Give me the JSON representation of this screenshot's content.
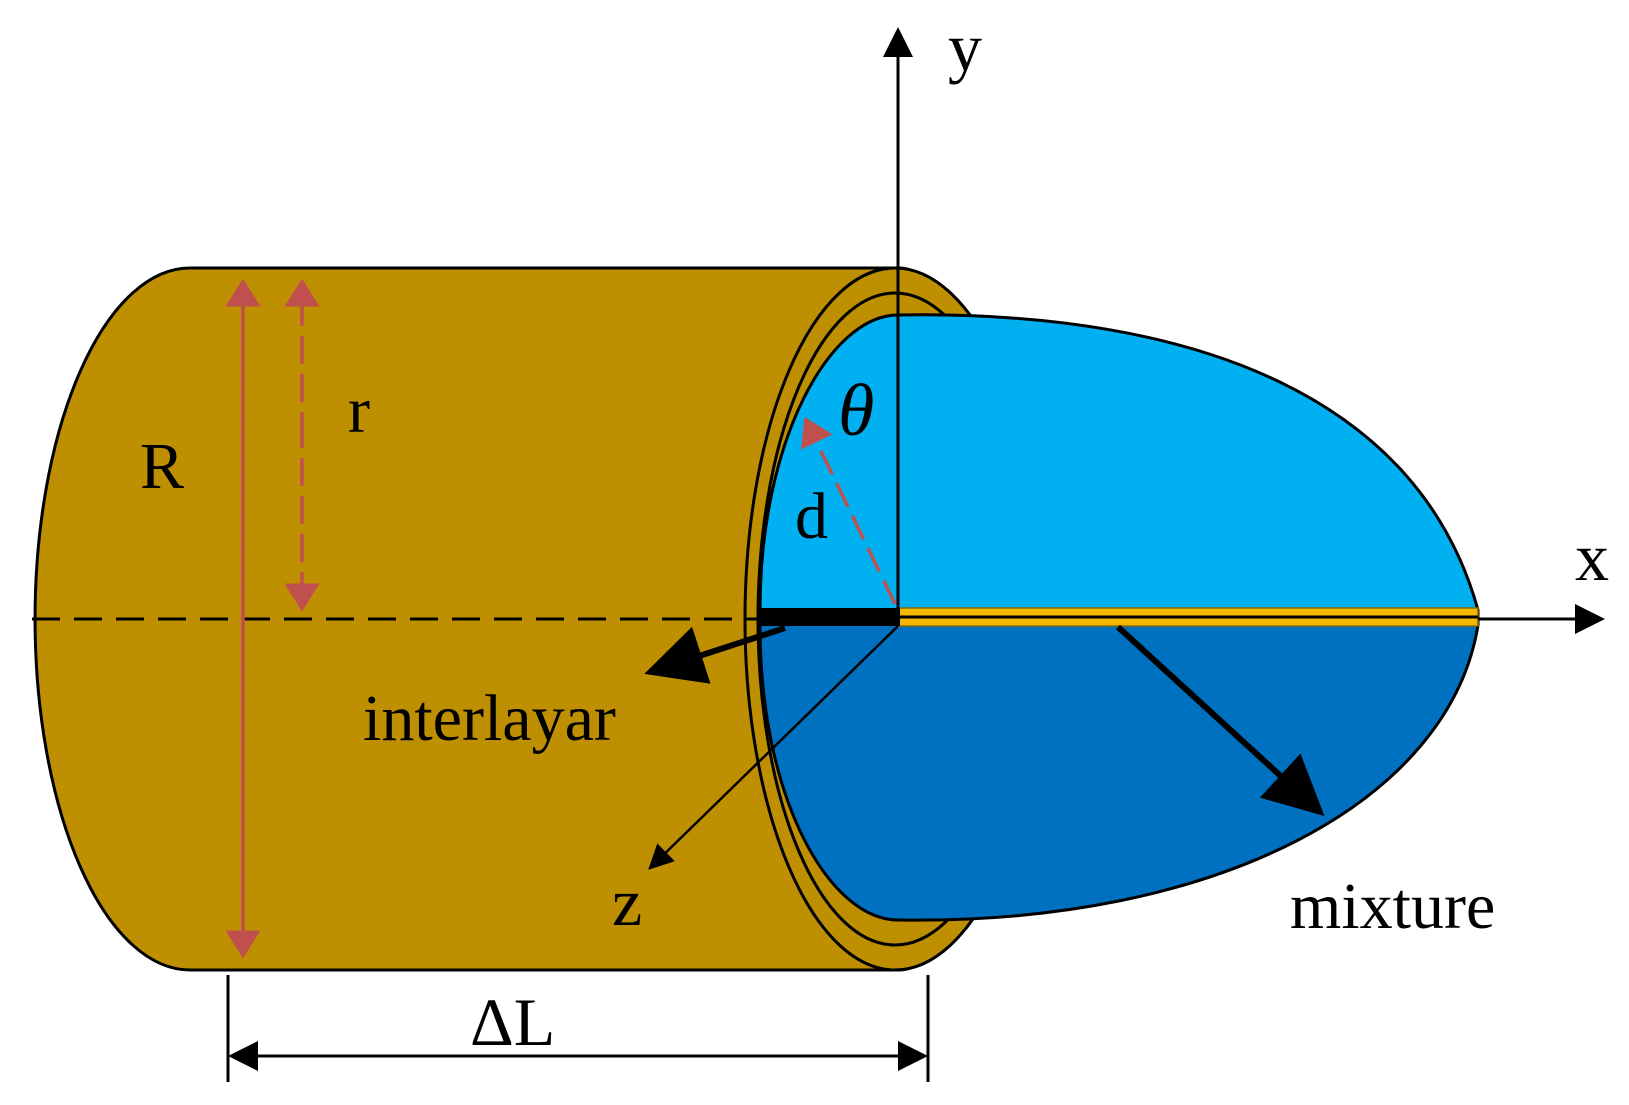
{
  "labels": {
    "y_axis": "y",
    "x_axis": "x",
    "z_axis": "z",
    "outer_radius": "R",
    "inner_radius": "r",
    "angle": "θ",
    "distance": "d",
    "interlayer": "interlayar",
    "mixture": "mixture",
    "length": "ΔL"
  },
  "colors": {
    "pipe_wall": "#BE8F00",
    "upper_region": "#00B0F0",
    "lower_region": "#0070C0",
    "interface_line": "#F5B800",
    "dimension_arrows": "#C0504D",
    "outline": "#000000"
  }
}
